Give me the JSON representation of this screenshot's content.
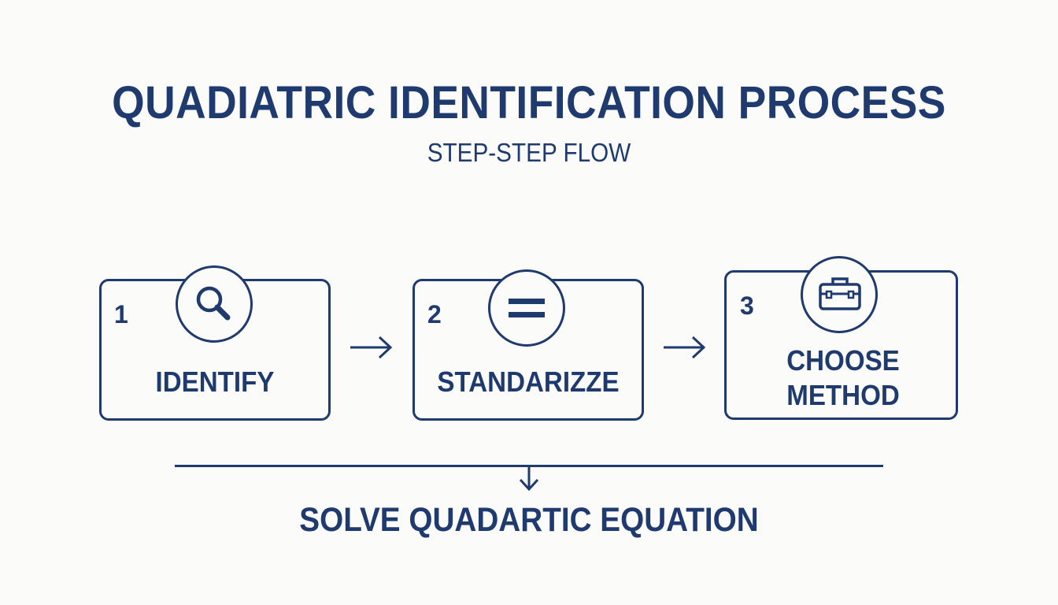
{
  "header": {
    "title": "QUADIATRIC IDENTIFICATION PROCESS",
    "subtitle": "STEP-STEP FLOW"
  },
  "steps": [
    {
      "number": "1",
      "label": "IDENTIFY",
      "icon": "magnifier-icon"
    },
    {
      "number": "2",
      "label": "STANDARIZZE",
      "icon": "equals-icon"
    },
    {
      "number": "3",
      "label": "CHOOSE METHOD",
      "icon": "toolbox-icon"
    }
  ],
  "outcome": {
    "label": "SOLVE QUADARTIC EQUATION"
  },
  "colors": {
    "primary": "#1f3a6e",
    "background": "#fbfbfa"
  }
}
